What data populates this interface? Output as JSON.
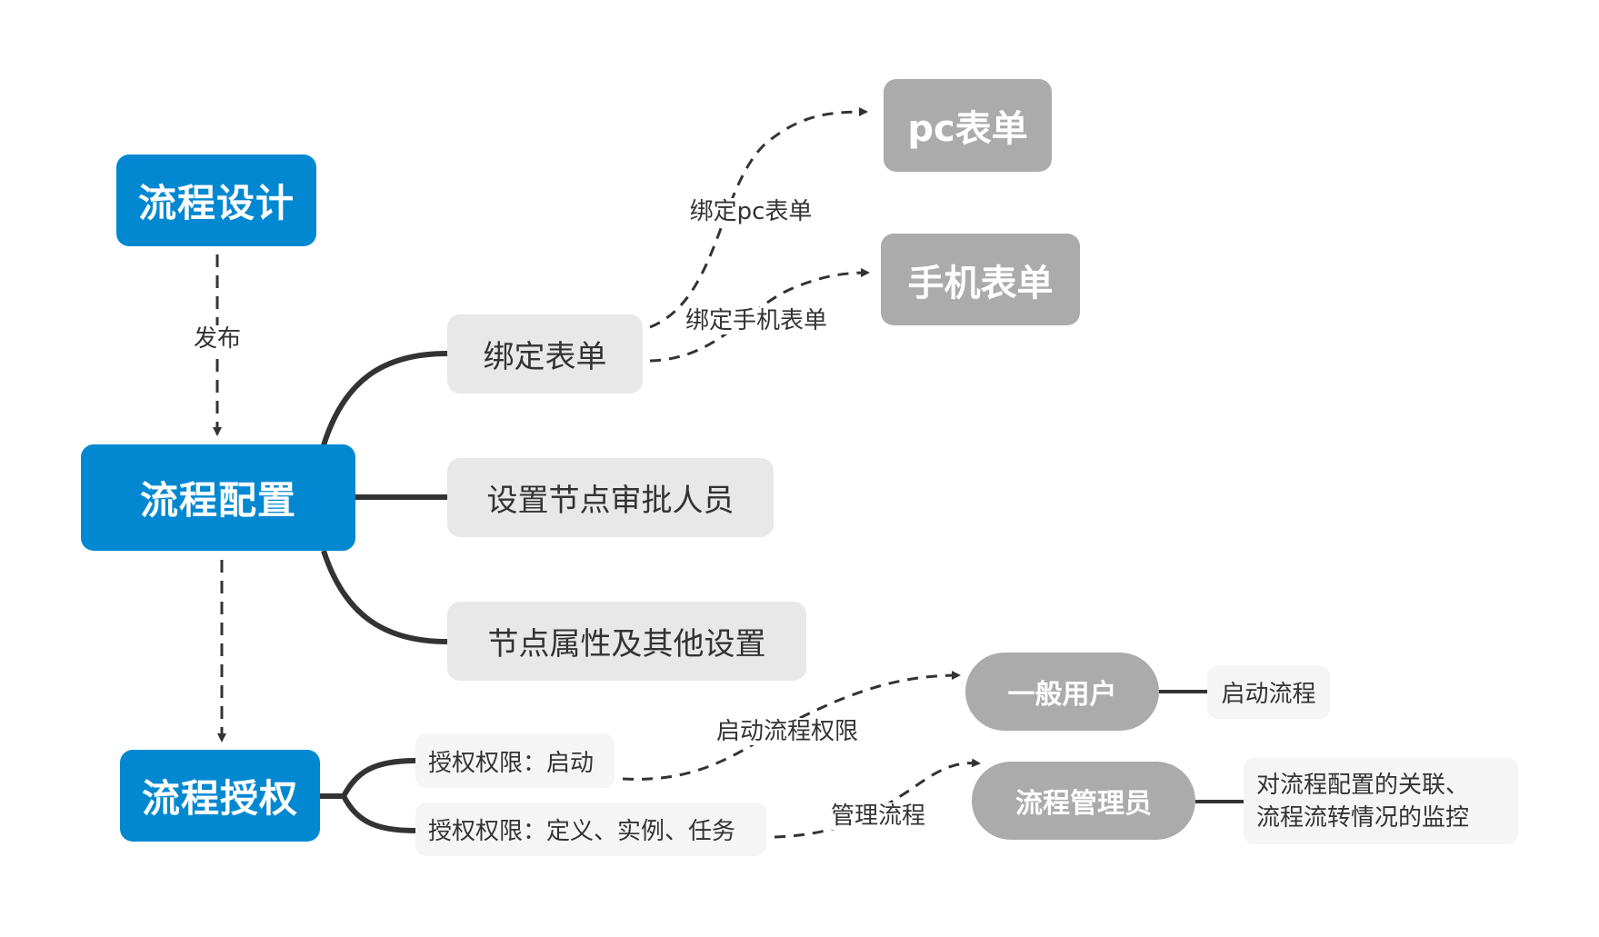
{
  "colors": {
    "primary_node": "#0288d1",
    "secondary_node": "#ababab",
    "sub_node": "#e8e8e8",
    "leaf_node": "#f5f5f5",
    "connector": "#333333"
  },
  "nodes": {
    "design": "流程设计",
    "config": "流程配置",
    "authorize": "流程授权",
    "bind_form": "绑定表单",
    "set_approvers": "设置节点审批人员",
    "node_props": "节点属性及其他设置",
    "pc_form": "pc表单",
    "mobile_form": "手机表单",
    "perm_start": "授权权限：启动",
    "perm_define": "授权权限：定义、实例、任务",
    "normal_user": "一般用户",
    "process_admin": "流程管理员",
    "start_process": "启动流程",
    "monitor_line1": "对流程配置的关联、",
    "monitor_line2": "流程流转情况的监控"
  },
  "edges": {
    "publish": "发布",
    "bind_pc": "绑定pc表单",
    "bind_mobile": "绑定手机表单",
    "start_permission": "启动流程权限",
    "manage_process": "管理流程"
  }
}
